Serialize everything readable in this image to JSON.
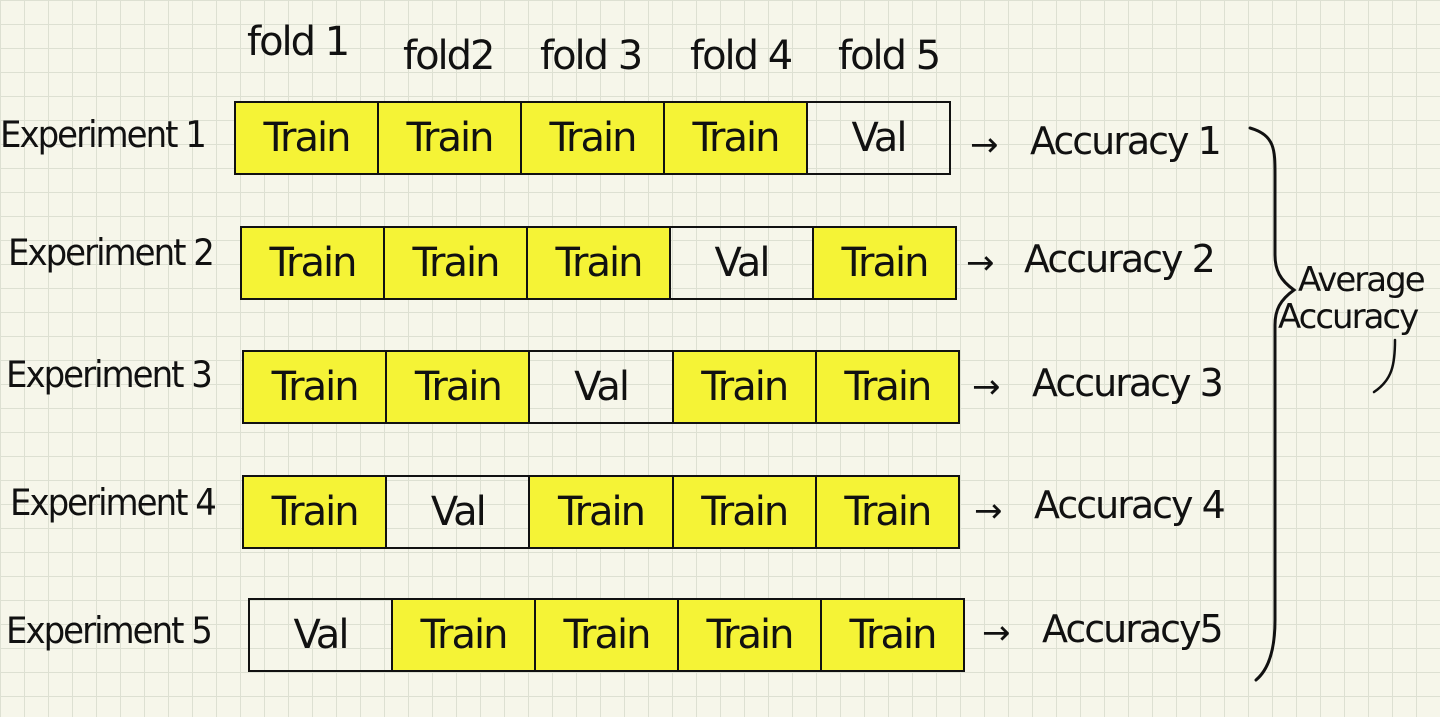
{
  "folds": [
    "fold 1",
    "fold2",
    "fold 3",
    "fold 4",
    "fold 5"
  ],
  "experiments": [
    {
      "label": "Experiment 1",
      "cells": [
        "Train",
        "Train",
        "Train",
        "Train",
        "Val"
      ],
      "accuracy": "Accuracy 1"
    },
    {
      "label": "Experiment 2",
      "cells": [
        "Train",
        "Train",
        "Train",
        "Val",
        "Train"
      ],
      "accuracy": "Accuracy 2"
    },
    {
      "label": "Experiment 3",
      "cells": [
        "Train",
        "Train",
        "Val",
        "Train",
        "Train"
      ],
      "accuracy": "Accuracy 3"
    },
    {
      "label": "Experiment 4",
      "cells": [
        "Train",
        "Val",
        "Train",
        "Train",
        "Train"
      ],
      "accuracy": "Accuracy 4"
    },
    {
      "label": "Experiment 5",
      "cells": [
        "Val",
        "Train",
        "Train",
        "Train",
        "Train"
      ],
      "accuracy": "Accuracy5"
    }
  ],
  "average": {
    "line1": "Average",
    "line2": "Accuracy"
  },
  "colors": {
    "highlight": "#f5f336",
    "ink": "#111111",
    "paper": "#f6f6ea",
    "grid": "#dde0d2"
  },
  "icons": {
    "arrow": "arrow-right-icon",
    "brace": "right-brace-icon"
  }
}
